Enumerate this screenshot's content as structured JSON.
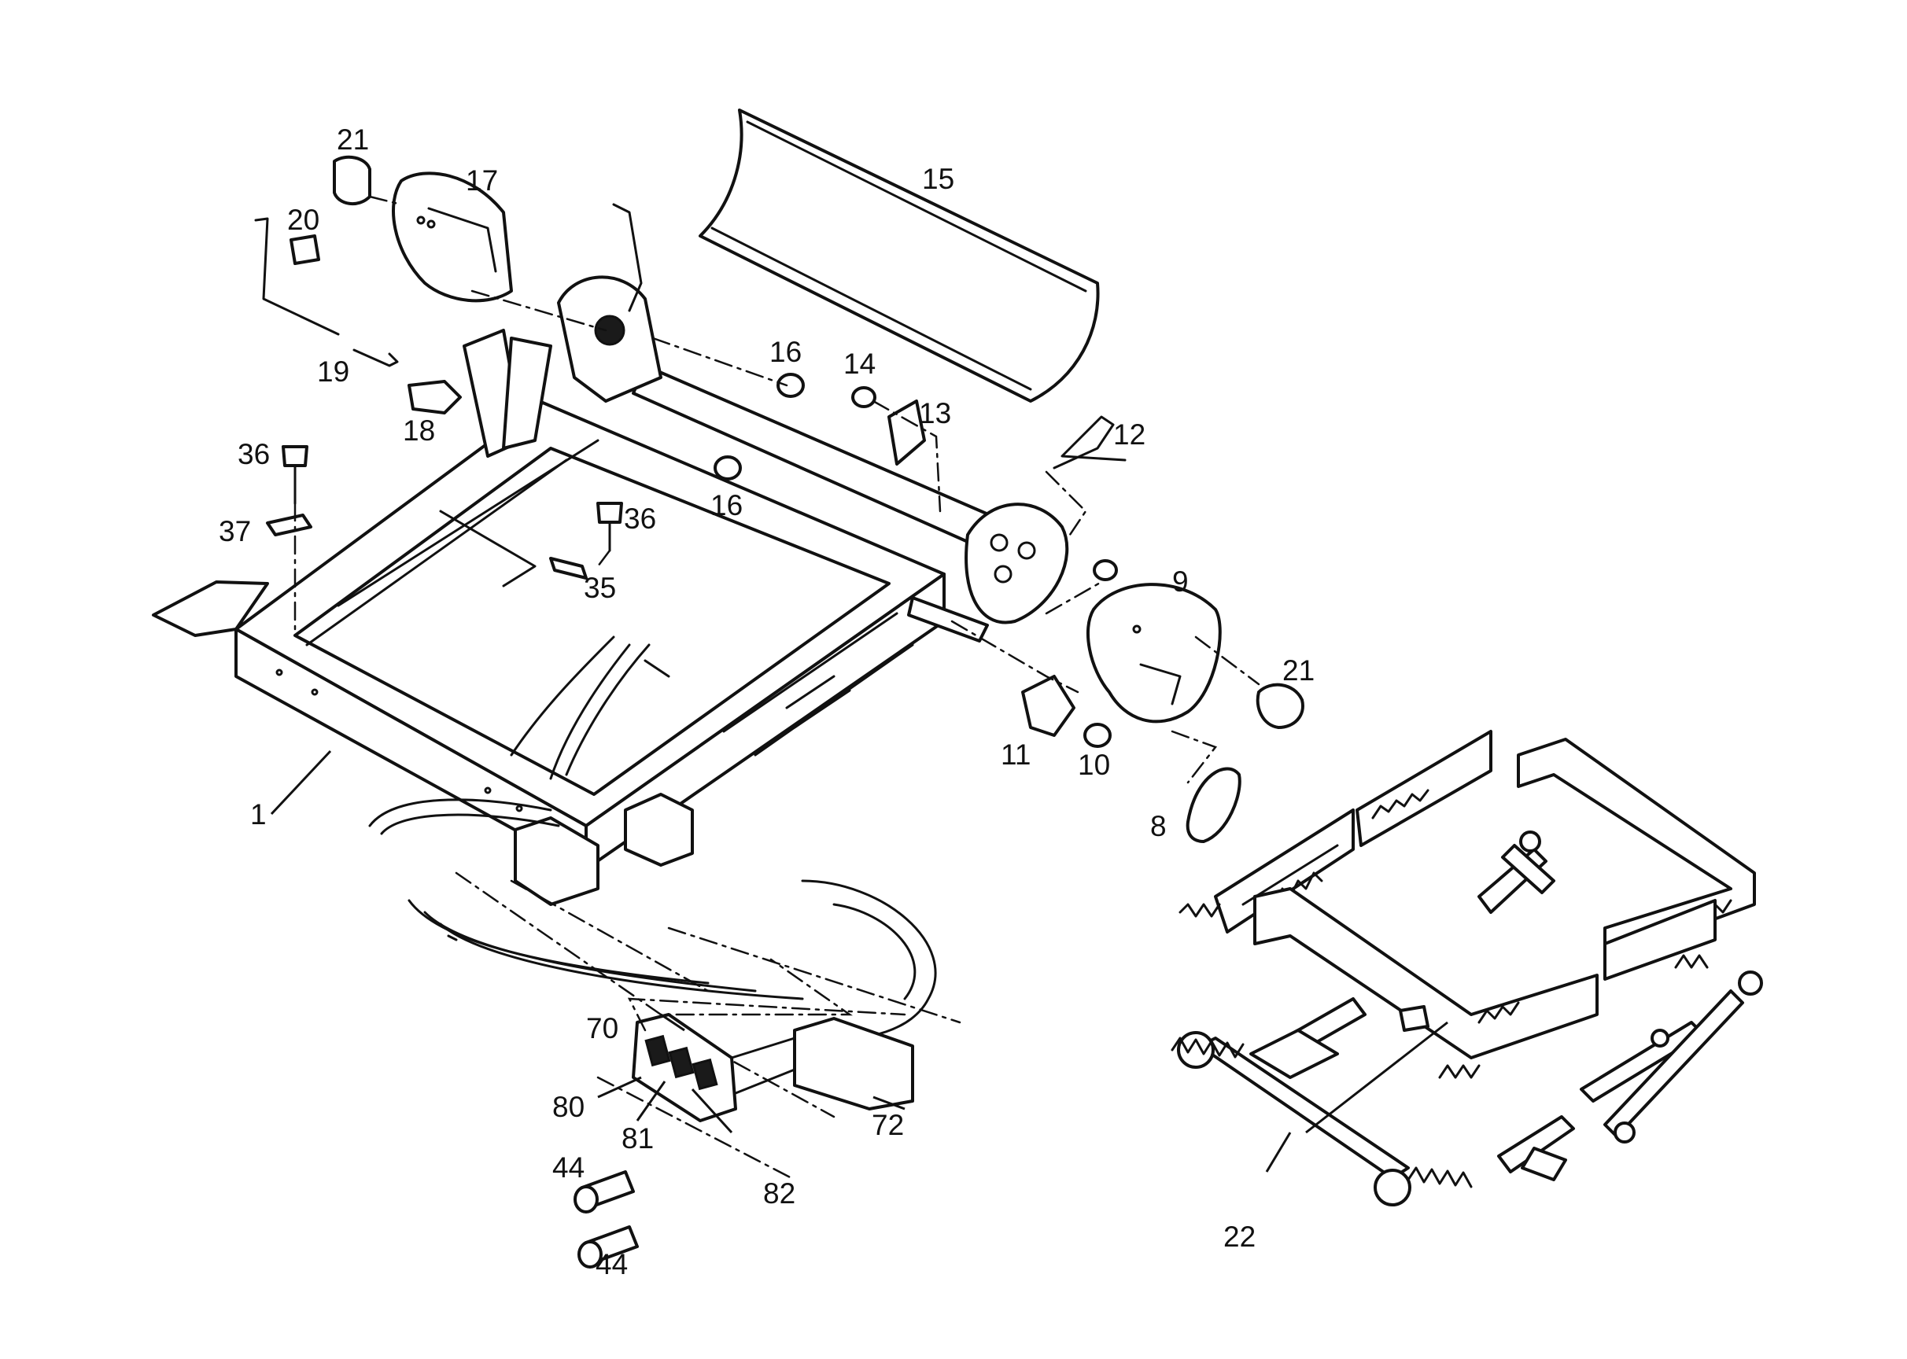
{
  "diagram": {
    "callouts": [
      {
        "id": "c1",
        "label": "1"
      },
      {
        "id": "c8",
        "label": "8"
      },
      {
        "id": "c9",
        "label": "9"
      },
      {
        "id": "c10",
        "label": "10"
      },
      {
        "id": "c11",
        "label": "11"
      },
      {
        "id": "c12",
        "label": "12"
      },
      {
        "id": "c13",
        "label": "13"
      },
      {
        "id": "c14",
        "label": "14"
      },
      {
        "id": "c15",
        "label": "15"
      },
      {
        "id": "c16a",
        "label": "16"
      },
      {
        "id": "c16b",
        "label": "16"
      },
      {
        "id": "c17",
        "label": "17"
      },
      {
        "id": "c18",
        "label": "18"
      },
      {
        "id": "c19",
        "label": "19"
      },
      {
        "id": "c20",
        "label": "20"
      },
      {
        "id": "c21a",
        "label": "21"
      },
      {
        "id": "c21b",
        "label": "21"
      },
      {
        "id": "c22",
        "label": "22"
      },
      {
        "id": "c35",
        "label": "35"
      },
      {
        "id": "c36a",
        "label": "36"
      },
      {
        "id": "c36b",
        "label": "36"
      },
      {
        "id": "c37",
        "label": "37"
      },
      {
        "id": "c44a",
        "label": "44"
      },
      {
        "id": "c44b",
        "label": "44"
      },
      {
        "id": "c70",
        "label": "70"
      },
      {
        "id": "c72",
        "label": "72"
      },
      {
        "id": "c80",
        "label": "80"
      },
      {
        "id": "c81",
        "label": "81"
      },
      {
        "id": "c82",
        "label": "82"
      }
    ]
  }
}
